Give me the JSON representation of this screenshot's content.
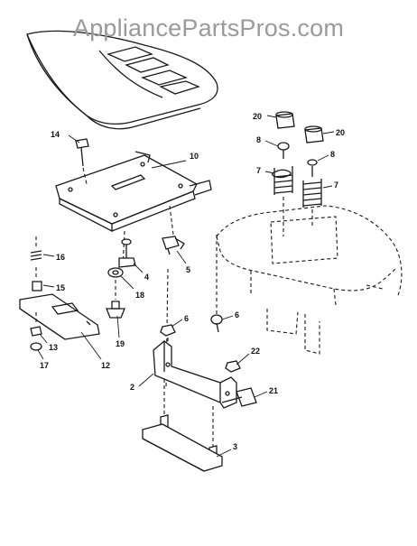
{
  "watermark": "AppliancePartsPros.com",
  "callouts": {
    "p2": "2",
    "p3": "3",
    "p4": "4",
    "p5": "5",
    "p6a": "6",
    "p6b": "6",
    "p7a": "7",
    "p7b": "7",
    "p8a": "8",
    "p8b": "8",
    "p10": "10",
    "p12": "12",
    "p13": "13",
    "p14": "14",
    "p15": "15",
    "p16": "16",
    "p17": "17",
    "p18": "18",
    "p19": "19",
    "p20a": "20",
    "p20b": "20",
    "p21": "21",
    "p22": "22"
  }
}
